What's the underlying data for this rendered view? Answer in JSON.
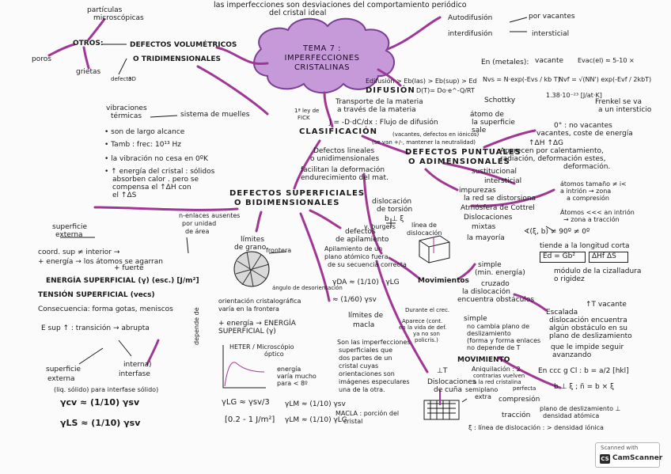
{
  "header": {
    "line1": "las imperfecciones son desviaciones del comportamiento periódico",
    "line2": "del cristal ideal"
  },
  "title": {
    "line1": "TEMA 7 : IMPERFECCIONES",
    "line2": "CRISTALINAS"
  },
  "top_left": {
    "particulas": "partículas",
    "microscopicas": "microscópicas",
    "otros": "OTROS:",
    "poros": "poros",
    "grietas": "grietas",
    "volumetricos": "DEFECTOS VOLUMÉTRICOS",
    "tridimensionales": "O TRIDIMENSIONALES",
    "defecto_3d": "defecto",
    "micro": "3D",
    "vibraciones1": "vibraciones",
    "vibraciones2": "térmicas",
    "sistema_muelles": "sistema de muelles",
    "bul1": "• son de largo alcance",
    "bul2": "• Tamb : frec: 10¹³ Hz",
    "bul3": "• la vibración no cesa en 0ºK",
    "bul4": "• ↑ energía del cristal : sólidos",
    "bul4b": "absorben calor . pero se",
    "bul4c": "compensa el ↑ΔH con",
    "bul4d": "el ↑ΔS"
  },
  "difusion": {
    "autodifusion": "Autodifusión",
    "por_vacantes": "por vacantes",
    "interdifusion": "interdifusión",
    "intersticial": "intersticial",
    "eq1": "Edifusión > Eb(las) > Eb(sup) > Ed",
    "title": "DIFUSIÓN",
    "eq2": "D(T)= Do·e^-Q/RT",
    "transporte1": "Transporte de la materia",
    "transporte2": "a través de la materia",
    "fick_label": "1ª ley de",
    "fick_label2": "FICK",
    "fick": "J = -D·dC/dx : Flujo de difusión"
  },
  "metales": {
    "label": "En (metales):",
    "vacante": "vacante",
    "evac": "Evac(el) ≈ 5-10 ×",
    "nvs": "Nvs = N·exp(-Evs / kb T)",
    "nvf": "Nvf = √(NN') exp(-Evf / 2kbT)",
    "schottky": "Schottky",
    "schottky_val": "1.38·10⁻²³ [J/at·K]",
    "frenkel1": "Frenkel se va",
    "frenkel2": "a un intersticio"
  },
  "clasificacion": {
    "label": "CLASIFICACIÓN",
    "lineales1": "Defectos lineales",
    "lineales2": "o unidimensionales",
    "lineales3": "facilitan la deformación",
    "lineales4": "endurecimiento del mat."
  },
  "puntuales": {
    "atomo1": "átomo de",
    "atomo2": "la superficie",
    "atomo3": "sale",
    "vacantes_ionicos": "(vacantes, defectos en iónicos)",
    "neutralidad": "(se van +/-, mantener la neutralidad)",
    "title1": "DEFECTOS PUNTUALES",
    "title2": "O ADIMENSIONALES",
    "no_vacante": "0° : no vacantes",
    "vacantes_coste": "vacantes, coste de energía",
    "dh_dg": "↑ΔH ↑ΔG",
    "aparecen1": "Aparecen por calentamiento,",
    "aparecen2": "radiación, deformación estes,",
    "aparecen3": "deformación.",
    "sustitucional": "sustitucional",
    "intersticial": "intersticial",
    "impurezas": "impurezas",
    "red_distorsiona": "la red se distorsiona",
    "atmosfera": "Atmósfera de Cottrel",
    "atomos_t1": "átomos tamaño ≠ i<",
    "atomos_t2": "a intrión → zona",
    "atomos_t3": "a compresión",
    "atomos_m1": "Átomos <<< an intrión",
    "atomos_m2": "→ zona a tracción"
  },
  "dislocaciones": {
    "torsion1": "dislocación",
    "torsion2": "de torsión",
    "b_perp": "b ⊥ ξ",
    "vector_burgers": "v. burgers",
    "linea": "línea de",
    "linea2": "dislocación",
    "mixtas1": "Dislocaciones",
    "mixtas2": "mixtas",
    "mayoria": "la mayoría",
    "angle": "∢(ξ, b) ≠ 90º ≠ 0º",
    "tiende": "tiende a la longitud corta",
    "ed_eq": "Ed = Gb²",
    "ed_eq2": "ΔHf ΔS",
    "modulo1": "módulo de la cizalladura",
    "modulo2": "o rigidez",
    "movimientos": "Movimientos",
    "simple1": "simple",
    "simple2": "(min. energía)",
    "cruzado1": "cruzado",
    "cruzado2": "la dislocación",
    "cruzado3": "encuentra obstáculos",
    "escalada1": "Escalada",
    "escalada2": "dislocación encuentra",
    "escalada3": "algún obstáculo en su",
    "escalada4": "plano de deslizamiento",
    "escalada5": "que le impide seguir",
    "escalada6": "avanzando",
    "vacante_t": "↑T vacante",
    "simple_b1": "simple",
    "simple_b2": "no cambia plano de",
    "simple_b3": "deslizamiento",
    "simple_b4": "(forma y forma enlaces",
    "simple_b5": "no depende de T",
    "movimiento": "MOVIMIENTO",
    "aniquilacion1": "Aniquilación : 2",
    "aniquilacion2": "contrarias vuelven",
    "aniquilacion3": "a la red cristalina",
    "aniquilacion4": "perfecta",
    "ccc": "En ccc g Cl : b = a/2 [hkl]",
    "perp": "⊥T",
    "cuna1": "Dislocaciones",
    "cuna2": "de cuña",
    "borde1": "semiplano",
    "borde2": "extra",
    "compresion": "compresión",
    "traccion": "tracción",
    "b_vs": "b ⊥ ξ ; ñ = b × ξ",
    "plano_des1": "plano de deslizamiento ⊥",
    "plano_des2": "densidad atómica",
    "linea_dis": "ξ : línea de dislocación : > densidad iónica"
  },
  "superficiales": {
    "title1": "DEFECTOS SUPERFICIALES",
    "title2": "O BIDIMENSIONALES",
    "n_enlaces1": "n-enlaces ausentes",
    "n_enlaces2": "por unidad",
    "n_enlaces3": "de área",
    "sup_ext1": "superficie",
    "sup_ext2": "externa",
    "coord": "coord. sup ≠ interior →",
    "energia": "+ energía → los átomos se agarran",
    "energia2": "+ fuerte",
    "energia_sup": "ENERGÍA SUPERFICIAL (γ)   (esc.) [J/m²]",
    "tension": "TENSIÓN SUPERFICIAL (vecs)",
    "consecuencia": "Consecuencia: forma gotas, meniscos",
    "esup": "E sup ↑ : transición → abrupta",
    "sup_ext_b1": "superficie",
    "sup_ext_b2": "externa",
    "interfase1": "interfase",
    "interfase2": "interna)",
    "liq_sol": "(liq. sólido)  para interfase sólido)",
    "gamma_sv": "γcv ≈ (1/10) γsv",
    "gamma_ls": "γLS ≈ (1/10) γsv"
  },
  "granos": {
    "limites1": "límites",
    "limites2": "de grano",
    "frontera": "frontera",
    "angulo": "ángulo de desorientación",
    "orientacion1": "orientación cristalográfica",
    "orientacion2": "varía en la frontera",
    "energia1": "+ energía → ENERGÍA",
    "energia2": "SUPERFICIAL (γ)",
    "energia3": "",
    "micro1": "HETER / Microscópio",
    "micro2": "óptico",
    "depende": "depende de",
    "energia_mucho1": "energía",
    "energia_mucho2": "varía mucho",
    "energia_mucho3": "para < 8º",
    "gamma_lg": "γLG ≈ γsv/3",
    "gamma_range": "[0.2 - 1 J/m²]",
    "gamma_lm": "γLM ≈ (1/10) γsv",
    "gamma_lm2": "γLM ≈ (1/10) γLG"
  },
  "apilamiento": {
    "title1": "defectos",
    "title2": "de apilamiento",
    "desc1": "Apilamiento de un",
    "desc2": "plano atómico fuera",
    "desc3": "de su secuencia correcta",
    "gamma_a": "γDA ≈ (1/10) · γLG",
    "gamma_b": "≈ (1/60) γsv",
    "macla1": "límites de",
    "macla2": "macla",
    "durante": "Durante el crec.",
    "aparece1": "Aparece (cont.",
    "aparece2": "en la vida de def.",
    "aparece3": "ya no son",
    "aparece4": "policris.)",
    "son1": "Son las imperfecciones",
    "son2": "superficiales que",
    "son3": "dos partes de un",
    "son4": "cristal cuyas",
    "son5": "orientaciones son",
    "son6": "imágenes especulares",
    "son7": "una de la otra.",
    "macla_def1": "MACLA : porción del",
    "macla_def2": "cristal"
  },
  "scanner": {
    "top": "Scanned with",
    "logo": "CS",
    "brand": "CamScanner"
  },
  "colors": {
    "ink": "#1a1a1a",
    "purple": "#a13795",
    "cloud": "#c69ad9",
    "cloud_dark": "#7d3d96"
  }
}
